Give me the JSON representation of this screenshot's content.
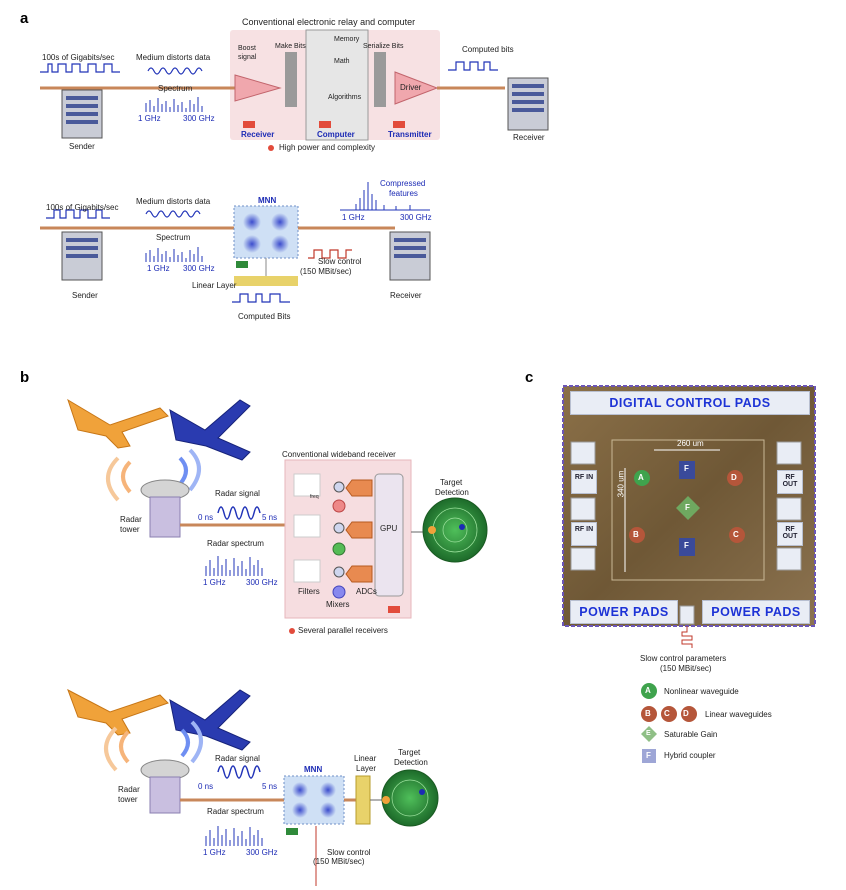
{
  "panels": {
    "a": "a",
    "b": "b",
    "c": "c"
  },
  "a_top": {
    "title": "Conventional electronic relay and computer",
    "rate": "100s of Gigabits/sec",
    "medium": "Medium distorts data",
    "spectrum": "Spectrum",
    "f1": "1 GHz",
    "f2": "300 GHz",
    "sender": "Sender",
    "receiver": "Receiver",
    "computed_bits": "Computed bits",
    "boost_signal_1": "Boost",
    "boost_signal_2": "signal",
    "make_bits": "Make Bits",
    "serialize_bits": "Serialize Bits",
    "memory": "Memory",
    "math": "Math",
    "algorithms": "Algorithms",
    "driver": "Driver",
    "receiver_block": "Receiver",
    "computer_block": "Computer",
    "transmitter_block": "Transmitter",
    "note": "High power and complexity"
  },
  "a_bottom": {
    "rate": "100s of Gigabits/sec",
    "medium": "Medium distorts data",
    "spectrum": "Spectrum",
    "f1": "1 GHz",
    "f2": "300 GHz",
    "mnn": "MNN",
    "compressed_1": "Compressed",
    "compressed_2": "features",
    "cf1": "1 GHz",
    "cf2": "300 GHz",
    "slow_control_1": "Slow control",
    "slow_control_2": "(150 MBit/sec)",
    "linear_layer": "Linear Layer",
    "computed_bits": "Computed Bits",
    "sender": "Sender",
    "receiver": "Receiver"
  },
  "b_top": {
    "conv_title": "Conventional wideband receiver",
    "radar_signal": "Radar signal",
    "t0": "0 ns",
    "t5": "5 ns",
    "radar_spectrum": "Radar spectrum",
    "f1": "1 GHz",
    "f2": "300 GHz",
    "radar_tower_1": "Radar",
    "radar_tower_2": "tower",
    "gpu": "GPU",
    "target_detection_1": "Target",
    "target_detection_2": "Detection",
    "filters": "Filters",
    "adcs": "ADCs",
    "mixers": "Mixers",
    "freq": "freq",
    "note": "Several parallel receivers"
  },
  "b_bottom": {
    "radar_signal": "Radar signal",
    "t0": "0 ns",
    "t5": "5 ns",
    "radar_spectrum": "Radar spectrum",
    "f1": "1 GHz",
    "f2": "300 GHz",
    "radar_tower_1": "Radar",
    "radar_tower_2": "tower",
    "mnn": "MNN",
    "linear_layer_1": "Linear",
    "linear_layer_2": "Layer",
    "target_detection_1": "Target",
    "target_detection_2": "Detection",
    "slow_control_1": "Slow control",
    "slow_control_2": "(150 MBit/sec)"
  },
  "c": {
    "digital_control_pads": "DIGITAL CONTROL PADS",
    "power_pads_left": "POWER PADS",
    "power_pads_right": "POWER PADS",
    "dim_horizontal": "260 um",
    "dim_vertical": "340 um",
    "rf_in_1": "RF IN",
    "rf_in_2": "RF IN",
    "rf_out_1": "RF OUT",
    "rf_out_2": "RF OUT",
    "slow_control_1": "Slow control parameters",
    "slow_control_2": "(150 MBit/sec)",
    "legend": [
      {
        "letters": "A",
        "text": "Nonlinear waveguide"
      },
      {
        "letters": "B C D",
        "text": "Linear waveguides"
      },
      {
        "letters": "E",
        "text": "Saturable Gain"
      },
      {
        "letters": "F",
        "text": "Hybrid coupler"
      }
    ],
    "markers": {
      "a": "A",
      "b": "B",
      "c": "C",
      "d": "D",
      "e": "F",
      "f1": "F",
      "f2": "F"
    }
  },
  "colors": {
    "accent_blue": "#1c2bb5",
    "fiber": "#c8875a",
    "pink_box": "#f6dde0",
    "green_scope": "#2f8a3a",
    "chip_border": "#6b56b8"
  }
}
